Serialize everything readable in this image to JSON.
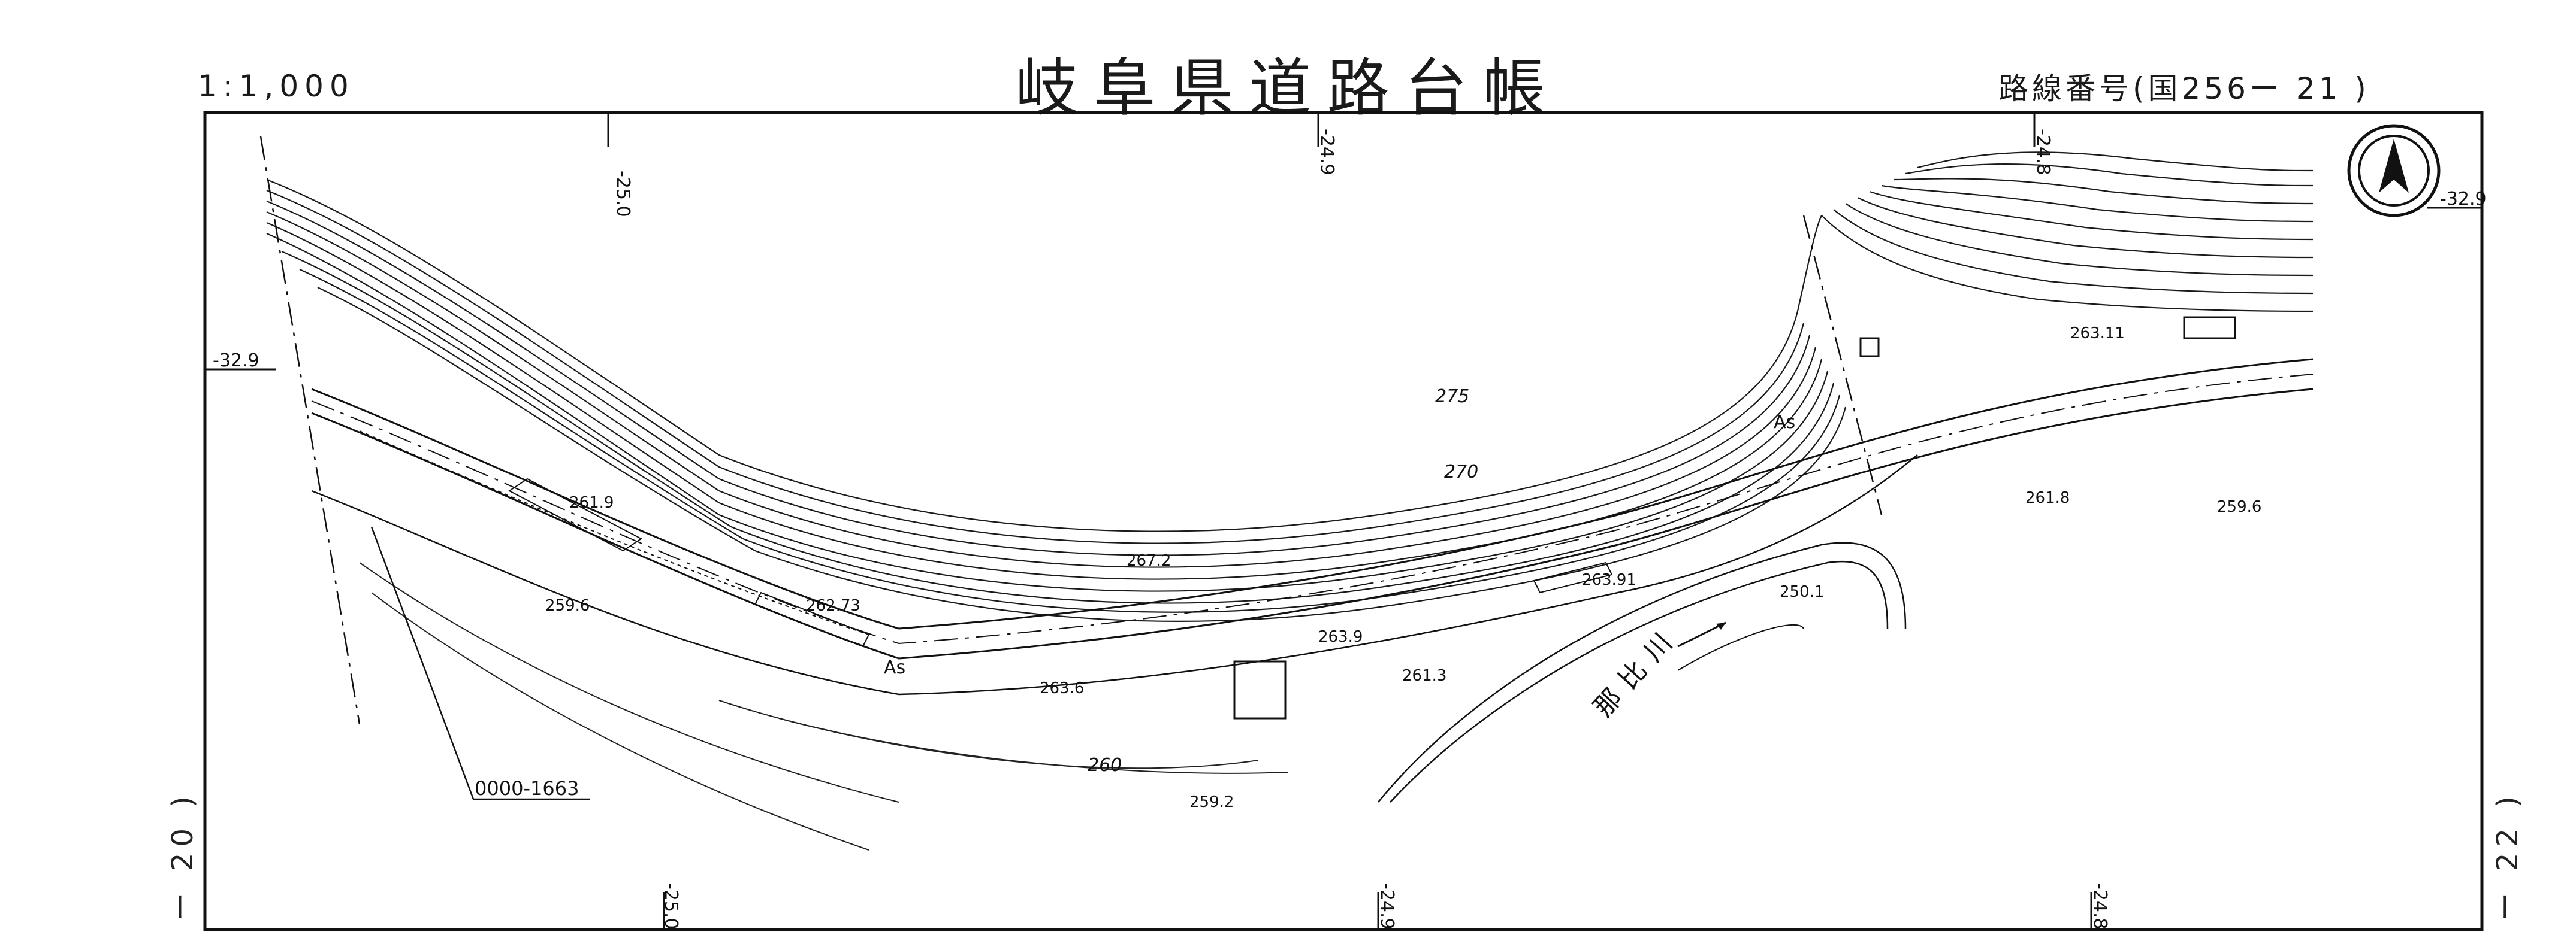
{
  "header": {
    "title": "岐阜県道路台帳",
    "scale": "1:1,000",
    "route_label": "路線番号(国256ー 21 )"
  },
  "sheet_neighbors": {
    "left": "ー 20 )",
    "right": "ー 22 )"
  },
  "grid_labels": {
    "top": [
      "-25.0",
      "-24.9",
      "-24.8"
    ],
    "bottom": [
      "-25.0",
      "-24.9",
      "-24.8"
    ],
    "left_y": "-32.9",
    "right_y": "-32.9"
  },
  "contour_labels": [
    "275",
    "270",
    "260"
  ],
  "spot_heights": [
    "261.9",
    "267.2",
    "262.73",
    "259.6",
    "263.6",
    "263.9",
    "263.91",
    "261.3",
    "259.2",
    "250.1",
    "263.11",
    "261.8",
    "259.6"
  ],
  "pavement_labels": [
    "As",
    "As"
  ],
  "river_label": "那比川",
  "reference_code": "0000-1663",
  "north_arrow_icon": "north-arrow-icon"
}
